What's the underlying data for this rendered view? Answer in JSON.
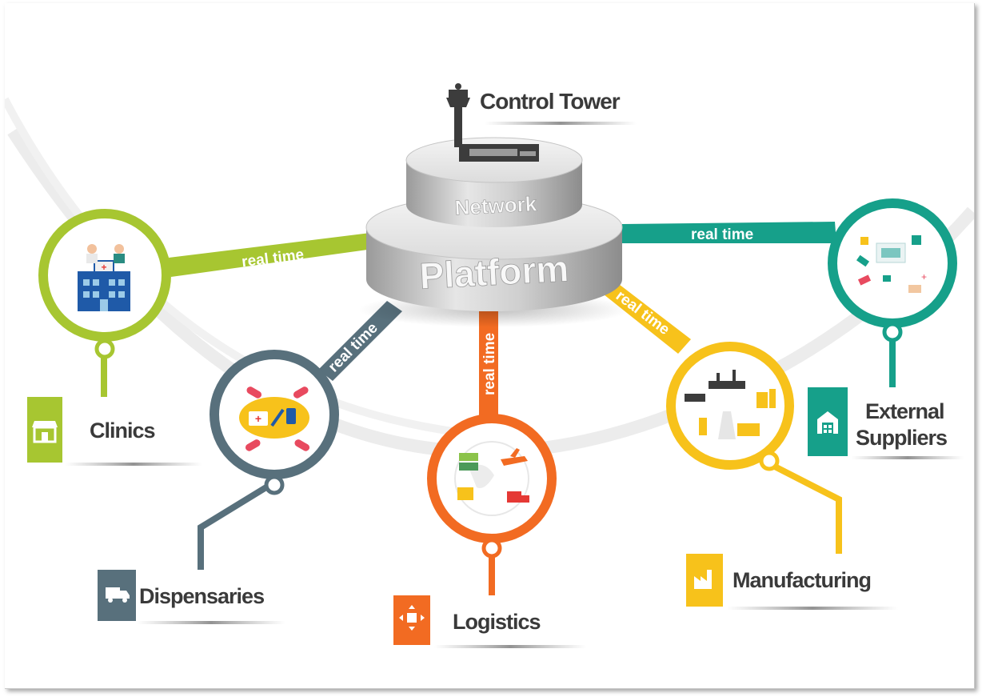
{
  "tower": {
    "title": "Control Tower"
  },
  "platform": {
    "network": "Network",
    "platform": "Platform"
  },
  "link_label": "real time",
  "nodes": [
    {
      "id": "clinics",
      "label": "Clinics",
      "color": "#a7c631",
      "icon": "hospital-icon",
      "badge_icon": "storefront-icon"
    },
    {
      "id": "dispensaries",
      "label": "Dispensaries",
      "color": "#58707c",
      "icon": "pharmacy-icon",
      "badge_icon": "delivery-truck-icon"
    },
    {
      "id": "logistics",
      "label": "Logistics",
      "color": "#f26b22",
      "icon": "globe-shipping-icon",
      "badge_icon": "box-arrows-icon"
    },
    {
      "id": "manufacturing",
      "label": "Manufacturing",
      "color": "#f7c21b",
      "icon": "factory-icon",
      "badge_icon": "factory-small-icon"
    },
    {
      "id": "suppliers",
      "label_line1": "External",
      "label_line2": "Suppliers",
      "color": "#16a08a",
      "icon": "supply-chain-icon",
      "badge_icon": "warehouse-icon"
    }
  ]
}
